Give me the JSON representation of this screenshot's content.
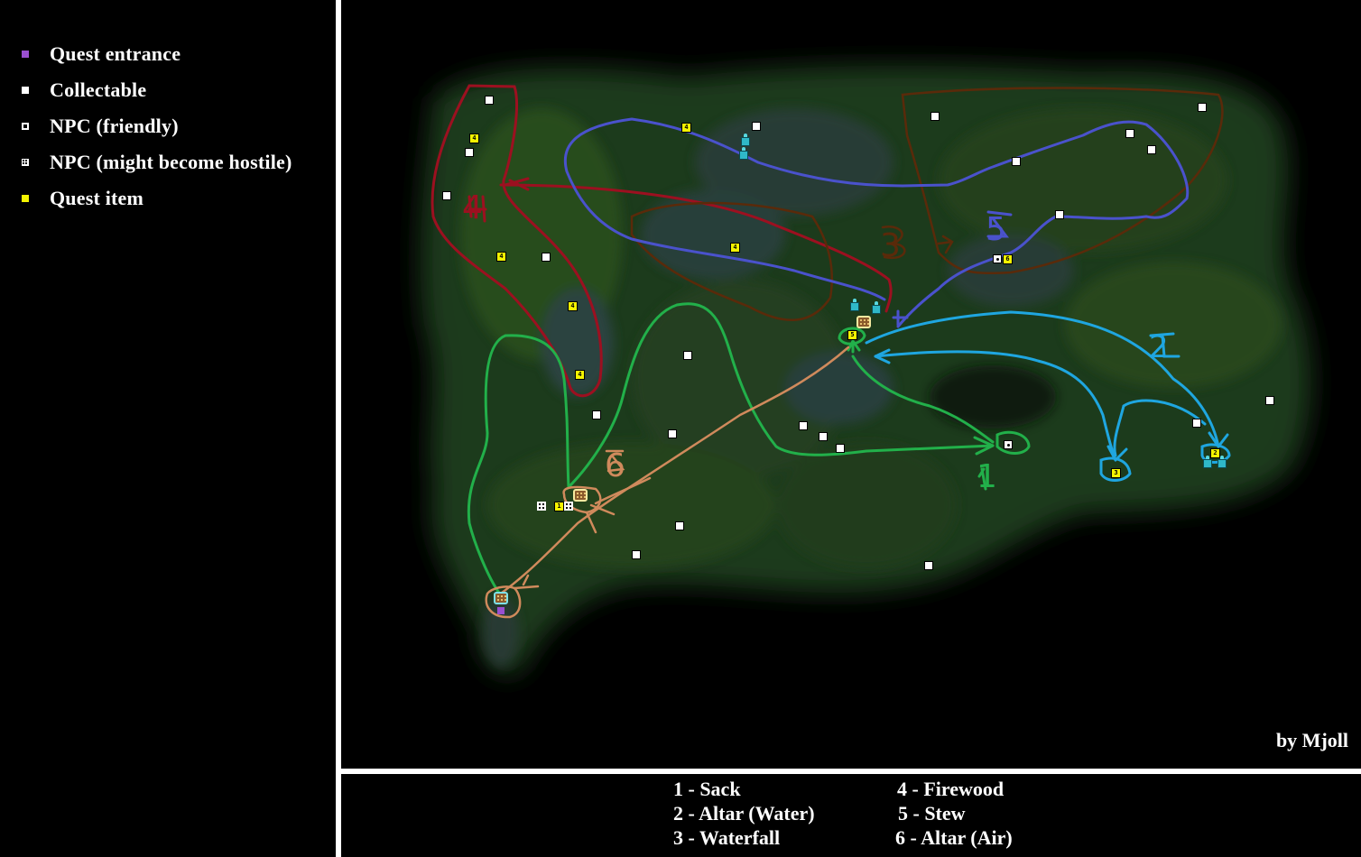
{
  "legend": {
    "items": [
      {
        "label": "Quest entrance",
        "icon": "quest-entrance-icon",
        "color": "#9a4fd0"
      },
      {
        "label": "Collectable",
        "icon": "collectable-icon",
        "color": "#ffffff"
      },
      {
        "label": "NPC (friendly)",
        "icon": "npc-friendly-icon",
        "color": "#ffffff"
      },
      {
        "label": "NPC (might become hostile)",
        "icon": "npc-hostile-icon",
        "color": "#ffffff"
      },
      {
        "label": "Quest item",
        "icon": "quest-item-icon",
        "color": "#f4f400"
      }
    ]
  },
  "map": {
    "credit": "by Mjoll",
    "route_labels": {
      "r1": "1",
      "r2": "2",
      "r3": "3",
      "r4": "4",
      "r5": "5",
      "r6": "6"
    },
    "route_colors": {
      "sack": "#22b04a",
      "altar_water": "#1fa6e0",
      "waterfall": "#1fa6e0",
      "firewood": "#9c1020",
      "stew": "#4a52cc",
      "altar_air": "#d08a5c",
      "outline_brown": "#5a2a0a"
    },
    "quest_item_numbers": {
      "q4a": "4",
      "q4b": "4",
      "q4c": "4",
      "q4d": "4",
      "q4e": "4",
      "q4f": "4",
      "q5": "5",
      "q6": "6",
      "q3": "3",
      "q2": "2",
      "q1": "1"
    }
  },
  "key": {
    "items": [
      {
        "label": "1 - Sack"
      },
      {
        "label": "2 - Altar (Water)"
      },
      {
        "label": "3 - Waterfall"
      },
      {
        "label": "4 - Firewood"
      },
      {
        "label": "5 - Stew"
      },
      {
        "label": "6 - Altar (Air)"
      }
    ]
  }
}
